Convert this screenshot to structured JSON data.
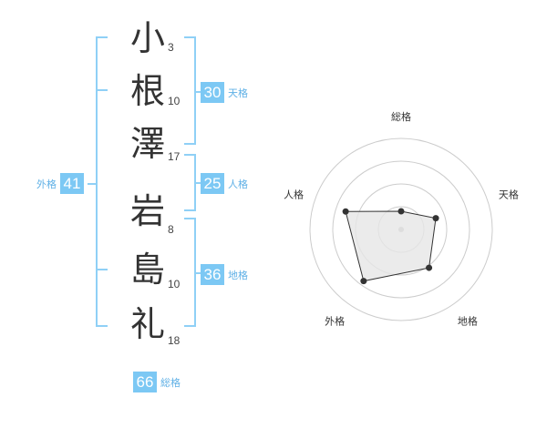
{
  "characters": [
    {
      "char": "小",
      "strokes": "3"
    },
    {
      "char": "根",
      "strokes": "10"
    },
    {
      "char": "澤",
      "strokes": "17"
    },
    {
      "char": "岩",
      "strokes": "8"
    },
    {
      "char": "島",
      "strokes": "10"
    },
    {
      "char": "礼",
      "strokes": "18"
    }
  ],
  "fortunes": {
    "tenkaku": {
      "label": "天格",
      "value": "30"
    },
    "jinkaku": {
      "label": "人格",
      "value": "25"
    },
    "chikaku": {
      "label": "地格",
      "value": "36"
    },
    "gaikaku": {
      "label": "外格",
      "value": "41"
    },
    "soukaku": {
      "label": "総格",
      "value": "66"
    }
  },
  "radar": {
    "axes": [
      "総格",
      "天格",
      "地格",
      "外格",
      "人格"
    ],
    "levels": 4,
    "values": [
      1.0,
      2.0,
      2.6,
      3.5,
      3.2
    ],
    "max": 5
  },
  "colors": {
    "accent": "#7cc8f4",
    "label": "#5fb0e6",
    "bracket": "#8fd0f6",
    "radar_fill": "#e6e6e6",
    "radar_grid": "#cccccc",
    "radar_line": "#333333"
  }
}
